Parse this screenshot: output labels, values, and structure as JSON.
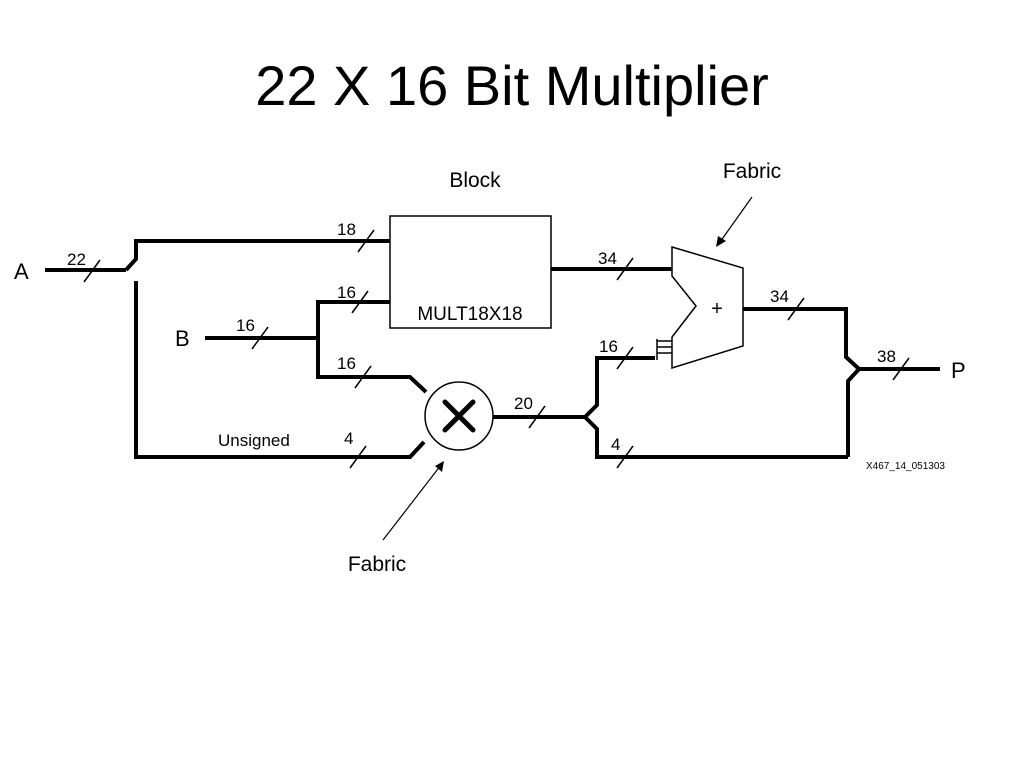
{
  "slide": {
    "title": "22 X 16 Bit Multiplier"
  },
  "callouts": {
    "block": "Block",
    "fabric_top": "Fabric",
    "fabric_bottom": "Fabric"
  },
  "ports": {
    "a": "A",
    "b": "B",
    "p": "P"
  },
  "blocks": {
    "mult": "MULT18X18",
    "adder_symbol": "+",
    "multiplier_symbol": "×"
  },
  "bus_widths": {
    "a_in": "22",
    "a_to_mult": "18",
    "b_in": "16",
    "b_to_mult": "16",
    "b_to_fabric_mult": "16",
    "a_low_bits": "4",
    "mult_out": "34",
    "fabric_mult_out": "20",
    "adder_in_low": "16",
    "bypass": "4",
    "adder_out": "34",
    "p_out": "38"
  },
  "labels": {
    "unsigned": "Unsigned"
  },
  "figure_id": "X467_14_051303"
}
